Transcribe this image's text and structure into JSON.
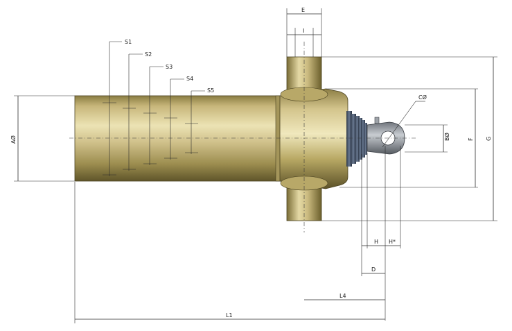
{
  "drawing": {
    "labels": {
      "s1": "S1",
      "s2": "S2",
      "s3": "S3",
      "s4": "S4",
      "s5": "S5",
      "e": "E",
      "i": "I",
      "c": "CØ",
      "b": "BØ",
      "f": "F",
      "g": "G",
      "a": "AØ",
      "h": "H",
      "h_star": "H*",
      "d": "D",
      "l4": "L4",
      "l1": "L1"
    },
    "colors": {
      "body_mid": "#c9b777",
      "body_light": "#e6dca6",
      "body_dark": "#6e6230",
      "bellows": "#3d4a5f",
      "eye": "#8a8f96",
      "line": "#2a2a2a"
    }
  }
}
